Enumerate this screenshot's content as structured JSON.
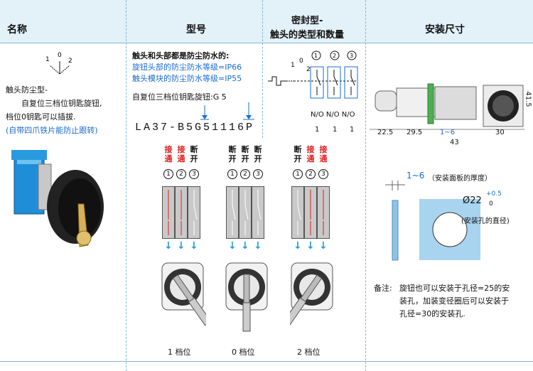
{
  "header": {
    "col1": "名称",
    "col2": "型号",
    "col3_line1": "密封型-",
    "col3_line2": "触头的类型和数量",
    "col4": "安装尺寸"
  },
  "name_col": {
    "diagram_labels": [
      "1",
      "0",
      "2"
    ],
    "line1": "触头防尘型-",
    "line2": "自复位三档位钥匙旋钮,",
    "line3": "档位0钥匙可以插拔.",
    "line4": "(自带四爪铁片能防止跟转)"
  },
  "model_col": {
    "intro": "触头和头部都是防尘防水的:",
    "ip_head": "旋钮头部的防尘防水等级=IP66",
    "ip_module": "触头模块的防尘防水等级=IP55",
    "desc": "自复位三档位钥匙旋钮:G 5",
    "model_number": "LA37-B5G51116P"
  },
  "contact_col": {
    "labels": [
      "1",
      "0",
      "2"
    ],
    "circles": [
      "1",
      "2",
      "3"
    ],
    "no_labels": "N/O N/O N/O",
    "counts": [
      "1",
      "1",
      "1"
    ]
  },
  "positions": [
    {
      "states": [
        [
          "接",
          "通"
        ],
        [
          "接",
          "通"
        ],
        [
          "断",
          "开"
        ]
      ],
      "circles": [
        "1",
        "2",
        "3"
      ],
      "label": "1 档位"
    },
    {
      "states": [
        [
          "断",
          "开"
        ],
        [
          "断",
          "开"
        ],
        [
          "断",
          "开"
        ]
      ],
      "circles": [
        "1",
        "2",
        "3"
      ],
      "label": "0 档位"
    },
    {
      "states": [
        [
          "断",
          "开"
        ],
        [
          "接",
          "通"
        ],
        [
          "接",
          "通"
        ]
      ],
      "circles": [
        "1",
        "2",
        "3"
      ],
      "label": "2 档位"
    }
  ],
  "dims": {
    "d1": "22.5",
    "d2": "29.5",
    "d3": "1~6",
    "d4": "43",
    "d5": "30",
    "d6": "41.5",
    "panel_thickness": "1~6",
    "panel_note": "（安装面板的厚度）",
    "hole_diameter": "Ø22",
    "tol_plus": "+0.5",
    "tol_zero": "0",
    "hole_note": "(安装孔的直径)"
  },
  "notes": {
    "label": "备注:",
    "line1": "旋钮也可以安装于孔径=25的安",
    "line2": "装孔，加装变径圈后可以安装于",
    "line3": "孔径=30的安装孔."
  },
  "colors": {
    "header_bg": "#e3f1f9",
    "blue_text": "#1a6bd1",
    "closed_contact": "#e02020",
    "arrow": "#2a9ad8"
  }
}
